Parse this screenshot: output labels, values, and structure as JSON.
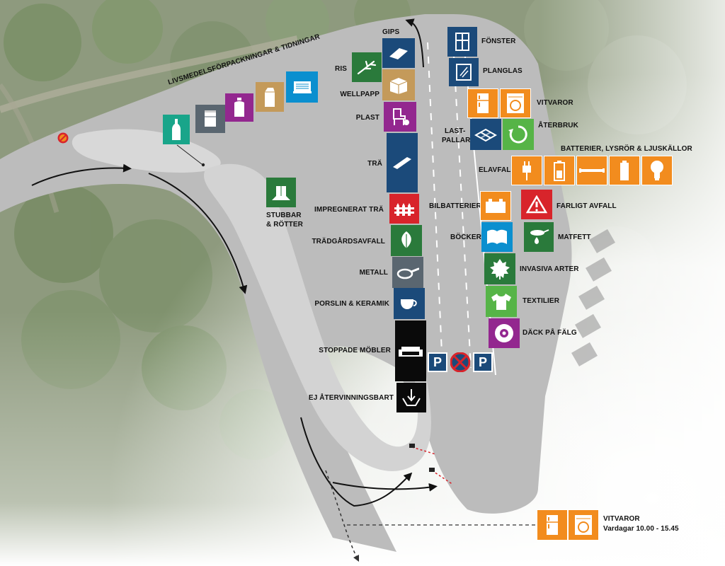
{
  "colors": {
    "navy": "#1b4a7a",
    "orange": "#f28c1e",
    "green": "#2a7a3b",
    "lime": "#56b447",
    "teal": "#19a58a",
    "purple": "#93278f",
    "tan": "#c49a5a",
    "blue": "#0b8fcf",
    "slate": "#5a6670",
    "red": "#d8242b",
    "black": "#0a0a0a",
    "road": "#b8b8b8",
    "island": "#d6d6d6"
  },
  "labels": {
    "livsmedel": "LIVSMEDELSFÖRPACKNINGAR & TIDNINGAR",
    "gips": "GIPS",
    "ris": "RIS",
    "wellpapp": "WELLPAPP",
    "plast": "PLAST",
    "tra": "TRÄ",
    "impregnerat": "IMPREGNERAT TRÄ",
    "tradgard": "TRÄDGÅRDSAVFALL",
    "metall": "METALL",
    "porslin": "PORSLIN & KERAMIK",
    "stoppade": "STOPPADE MÖBLER",
    "ej": "EJ ÅTERVINNINGSBART",
    "stubbar_1": "STUBBAR",
    "stubbar_2": "& RÖTTER",
    "fonster": "FÖNSTER",
    "planglas": "PLANGLAS",
    "vitvaror": "VITVAROR",
    "aterbruk": "ÅTERBRUK",
    "lastpallar_1": "LAST-",
    "lastpallar_2": "PALLAR",
    "batterier": "BATTERIER, LYSRÖR & LJUSKÄLLOR",
    "elavfall": "ELAVFALL",
    "bilbatterier": "BILBATTERIER",
    "farligt": "FARLIGT AVFALL",
    "bocker": "BÖCKER",
    "matfett": "MATFETT",
    "invasiva": "INVASIVA ARTER",
    "textilier": "TEXTILIER",
    "dack": "DÄCK PÅ FÄLG",
    "parking": "P",
    "legend_title": "VITVAROR",
    "legend_hours": "Vardagar 10.00 - 15.45"
  },
  "icons": [
    "bottle-icon",
    "can-icon",
    "detergent-bottle-icon",
    "milk-carton-icon",
    "newspaper-icon",
    "gypsum-board-icon",
    "branch-icon",
    "cardboard-box-icon",
    "plastic-chair-icon",
    "wood-plank-icon",
    "fence-icon",
    "leaf-icon",
    "frying-pan-icon",
    "cup-icon",
    "sofa-icon",
    "pit-arrow-icon",
    "stump-icon",
    "window-icon",
    "glass-pane-icon",
    "fridge-icon",
    "washing-machine-icon",
    "recycle-icon",
    "pallet-icon",
    "plug-icon",
    "battery-icon",
    "fluorescent-tube-icon",
    "aa-battery-icon",
    "light-bulb-icon",
    "car-battery-icon",
    "hazard-icon",
    "book-icon",
    "oil-pan-icon",
    "invasive-plant-icon",
    "tshirt-icon",
    "tire-icon",
    "parking-icon",
    "no-stopping-icon"
  ]
}
